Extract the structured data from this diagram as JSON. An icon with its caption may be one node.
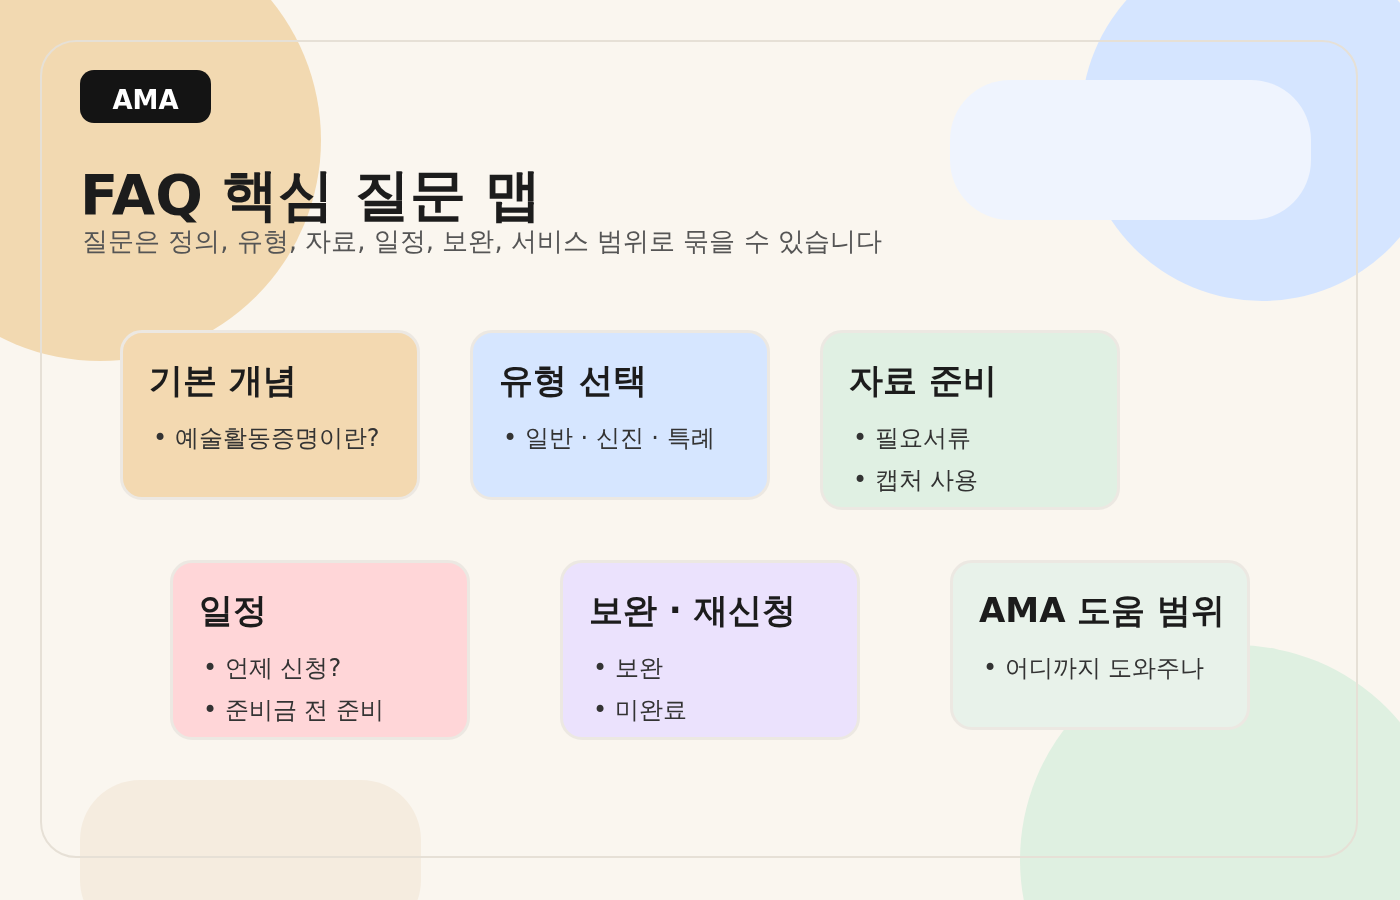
{
  "diagram": {
    "title": "FAQ 핵심 질문 맵",
    "nodes": [
      {
        "text": [
          "기본 개념",
          "• 예술활동증명이란?"
        ]
      },
      {
        "text": [
          "유형 선택",
          "• 일반 · 신진 · 특례"
        ]
      },
      {
        "text": [
          "자료 준비",
          "• 필요서류",
          "• 캡처 사용"
        ]
      },
      {
        "text": [
          "일정",
          "• 언제 신청?",
          "• 준비금 전 준비"
        ]
      },
      {
        "text": [
          "보완 · 재신청",
          "• 보완",
          "• 미완료"
        ]
      },
      {
        "text": [
          "AMA 도움 범위",
          "• 어디까지 도와주나"
        ]
      }
    ],
    "labels": [
      "AMA",
      "질문은 정의, 유형, 자료, 일정, 보완, 서비스 범위로 묶을 수 있습니다"
    ]
  }
}
